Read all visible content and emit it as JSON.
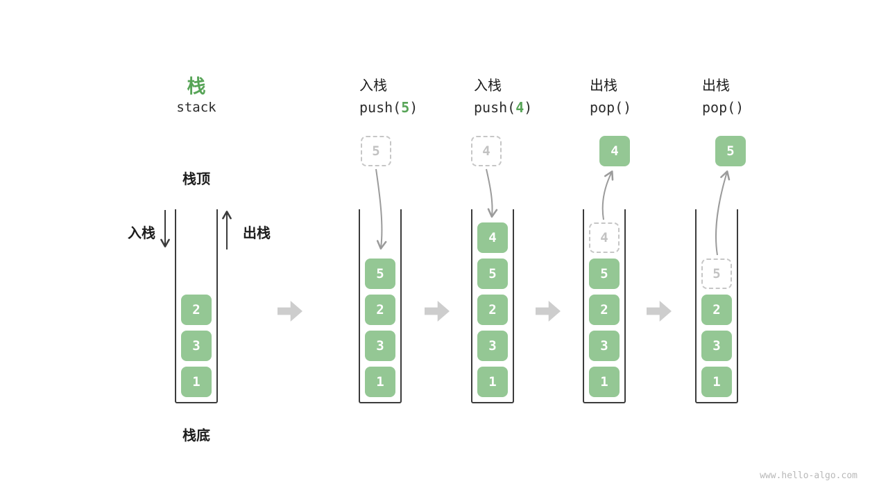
{
  "legend": {
    "title_zh": "栈",
    "title_en": "stack",
    "top_label": "栈顶",
    "bottom_label": "栈底",
    "push_arrow_label": "入栈",
    "pop_arrow_label": "出栈"
  },
  "steps": [
    {
      "name": "initial",
      "cells": [
        "2",
        "3",
        "1"
      ]
    },
    {
      "name": "push-5",
      "op_zh": "入栈",
      "code_pre": "push(",
      "code_arg": "5",
      "code_post": ")",
      "float_value": "5",
      "cells": [
        "5",
        "2",
        "3",
        "1"
      ]
    },
    {
      "name": "push-4",
      "op_zh": "入栈",
      "code_pre": "push(",
      "code_arg": "4",
      "code_post": ")",
      "float_value": "4",
      "cells": [
        "4",
        "5",
        "2",
        "3",
        "1"
      ]
    },
    {
      "name": "pop-4",
      "op_zh": "出栈",
      "code_pre": "pop()",
      "code_arg": "",
      "code_post": "",
      "float_value": "4",
      "ghost_value": "4",
      "cells": [
        "5",
        "2",
        "3",
        "1"
      ]
    },
    {
      "name": "pop-5",
      "op_zh": "出栈",
      "code_pre": "pop()",
      "code_arg": "",
      "code_post": "",
      "float_value": "5",
      "ghost_value": "5",
      "cells": [
        "2",
        "3",
        "1"
      ]
    }
  ],
  "footer": "www.hello-algo.com",
  "colors": {
    "cell_green": "#94c794",
    "accent_green": "#57a457",
    "curve_arrow_gray": "#9b9b9b",
    "block_arrow_gray": "#cdcdcd",
    "dashed_gray": "#c6c6c6",
    "container_border": "#3b3b3b"
  }
}
